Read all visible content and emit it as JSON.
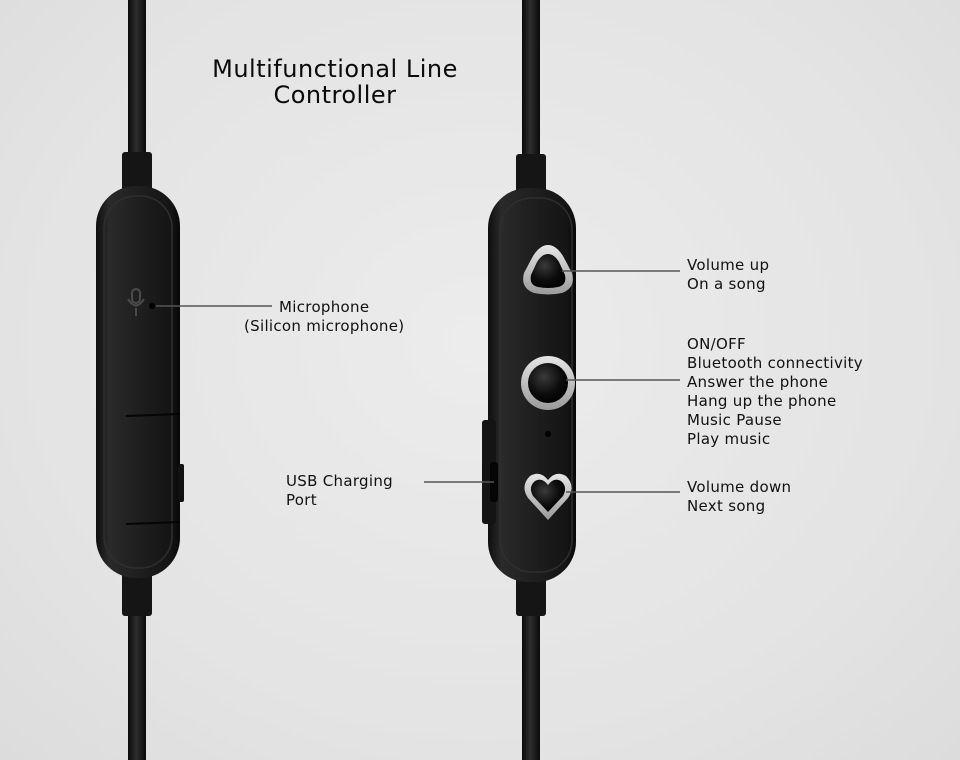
{
  "title": {
    "line1": "Multifunctional Line",
    "line2": "Controller"
  },
  "labels": {
    "microphone": [
      "Microphone",
      "(Silicon microphone)"
    ],
    "usb": [
      "USB Charging",
      "Port"
    ],
    "volume_up": [
      "Volume up",
      "On a song"
    ],
    "power": [
      "ON/OFF",
      "Bluetooth connectivity",
      "Answer the phone",
      "Hang up the phone",
      "Music Pause",
      "Play music"
    ],
    "volume_down": [
      "Volume down",
      "Next song"
    ]
  },
  "icons": {
    "microphone": "microphone-icon",
    "volume_up": "triangle-up-button",
    "power": "round-button",
    "volume_down": "heart-button"
  },
  "colors": {
    "background": "#e3e3e3",
    "device": "#1c1c1c",
    "leader_line": "#555555",
    "button_ring": "#c9c9c9"
  }
}
